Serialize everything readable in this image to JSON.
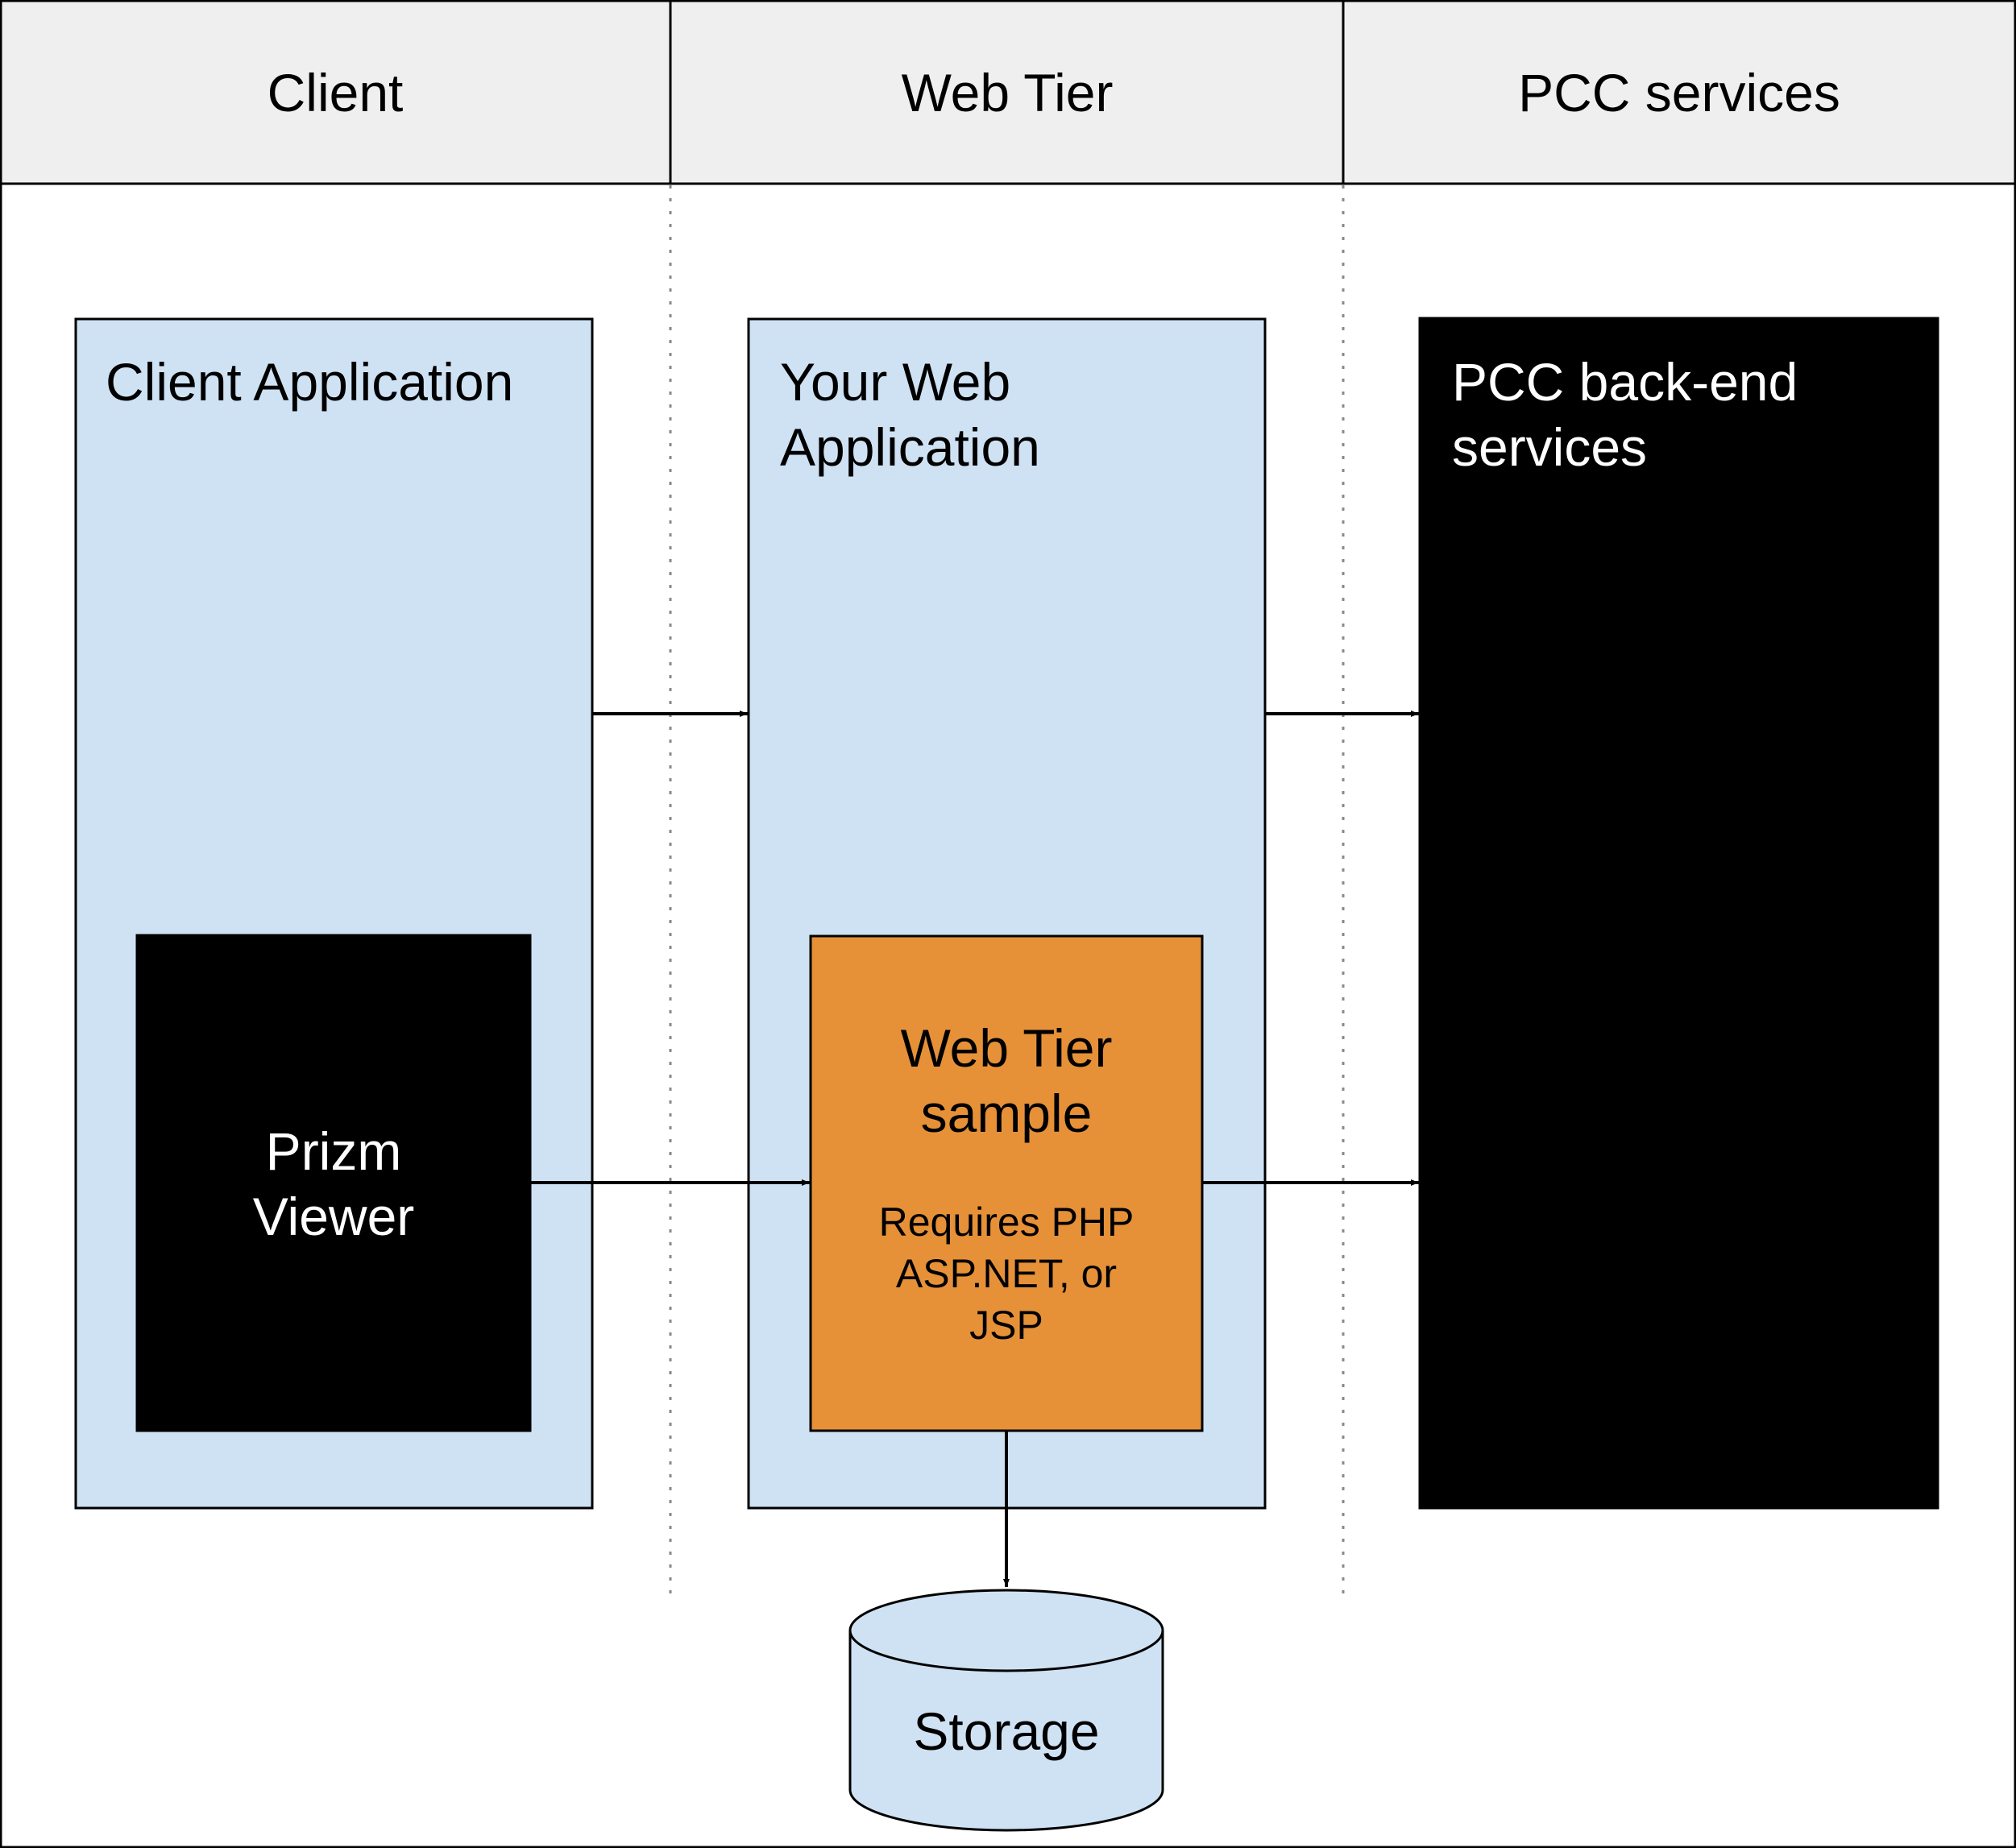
{
  "columns": [
    {
      "label": "Client"
    },
    {
      "label": "Web Tier"
    },
    {
      "label": "PCC services"
    }
  ],
  "boxes": {
    "client_app": {
      "line1": "Client Application"
    },
    "web_app": {
      "line1": "Your Web",
      "line2": "Application"
    },
    "pcc_backend": {
      "line1": "PCC back-end",
      "line2": "services"
    },
    "prizm_viewer": {
      "line1": "Prizm",
      "line2": "Viewer"
    },
    "web_tier_sample": {
      "line1": "Web Tier",
      "line2": "sample",
      "note1": "Requires PHP",
      "note2": "ASP.NET, or",
      "note3": "JSP"
    },
    "storage": {
      "label": "Storage"
    }
  },
  "colors": {
    "header_bg": "#efefef",
    "container_fill": "#cfe2f3",
    "sample_fill": "#e69138",
    "black": "#000000",
    "storage_fill": "#cfe2f3"
  }
}
